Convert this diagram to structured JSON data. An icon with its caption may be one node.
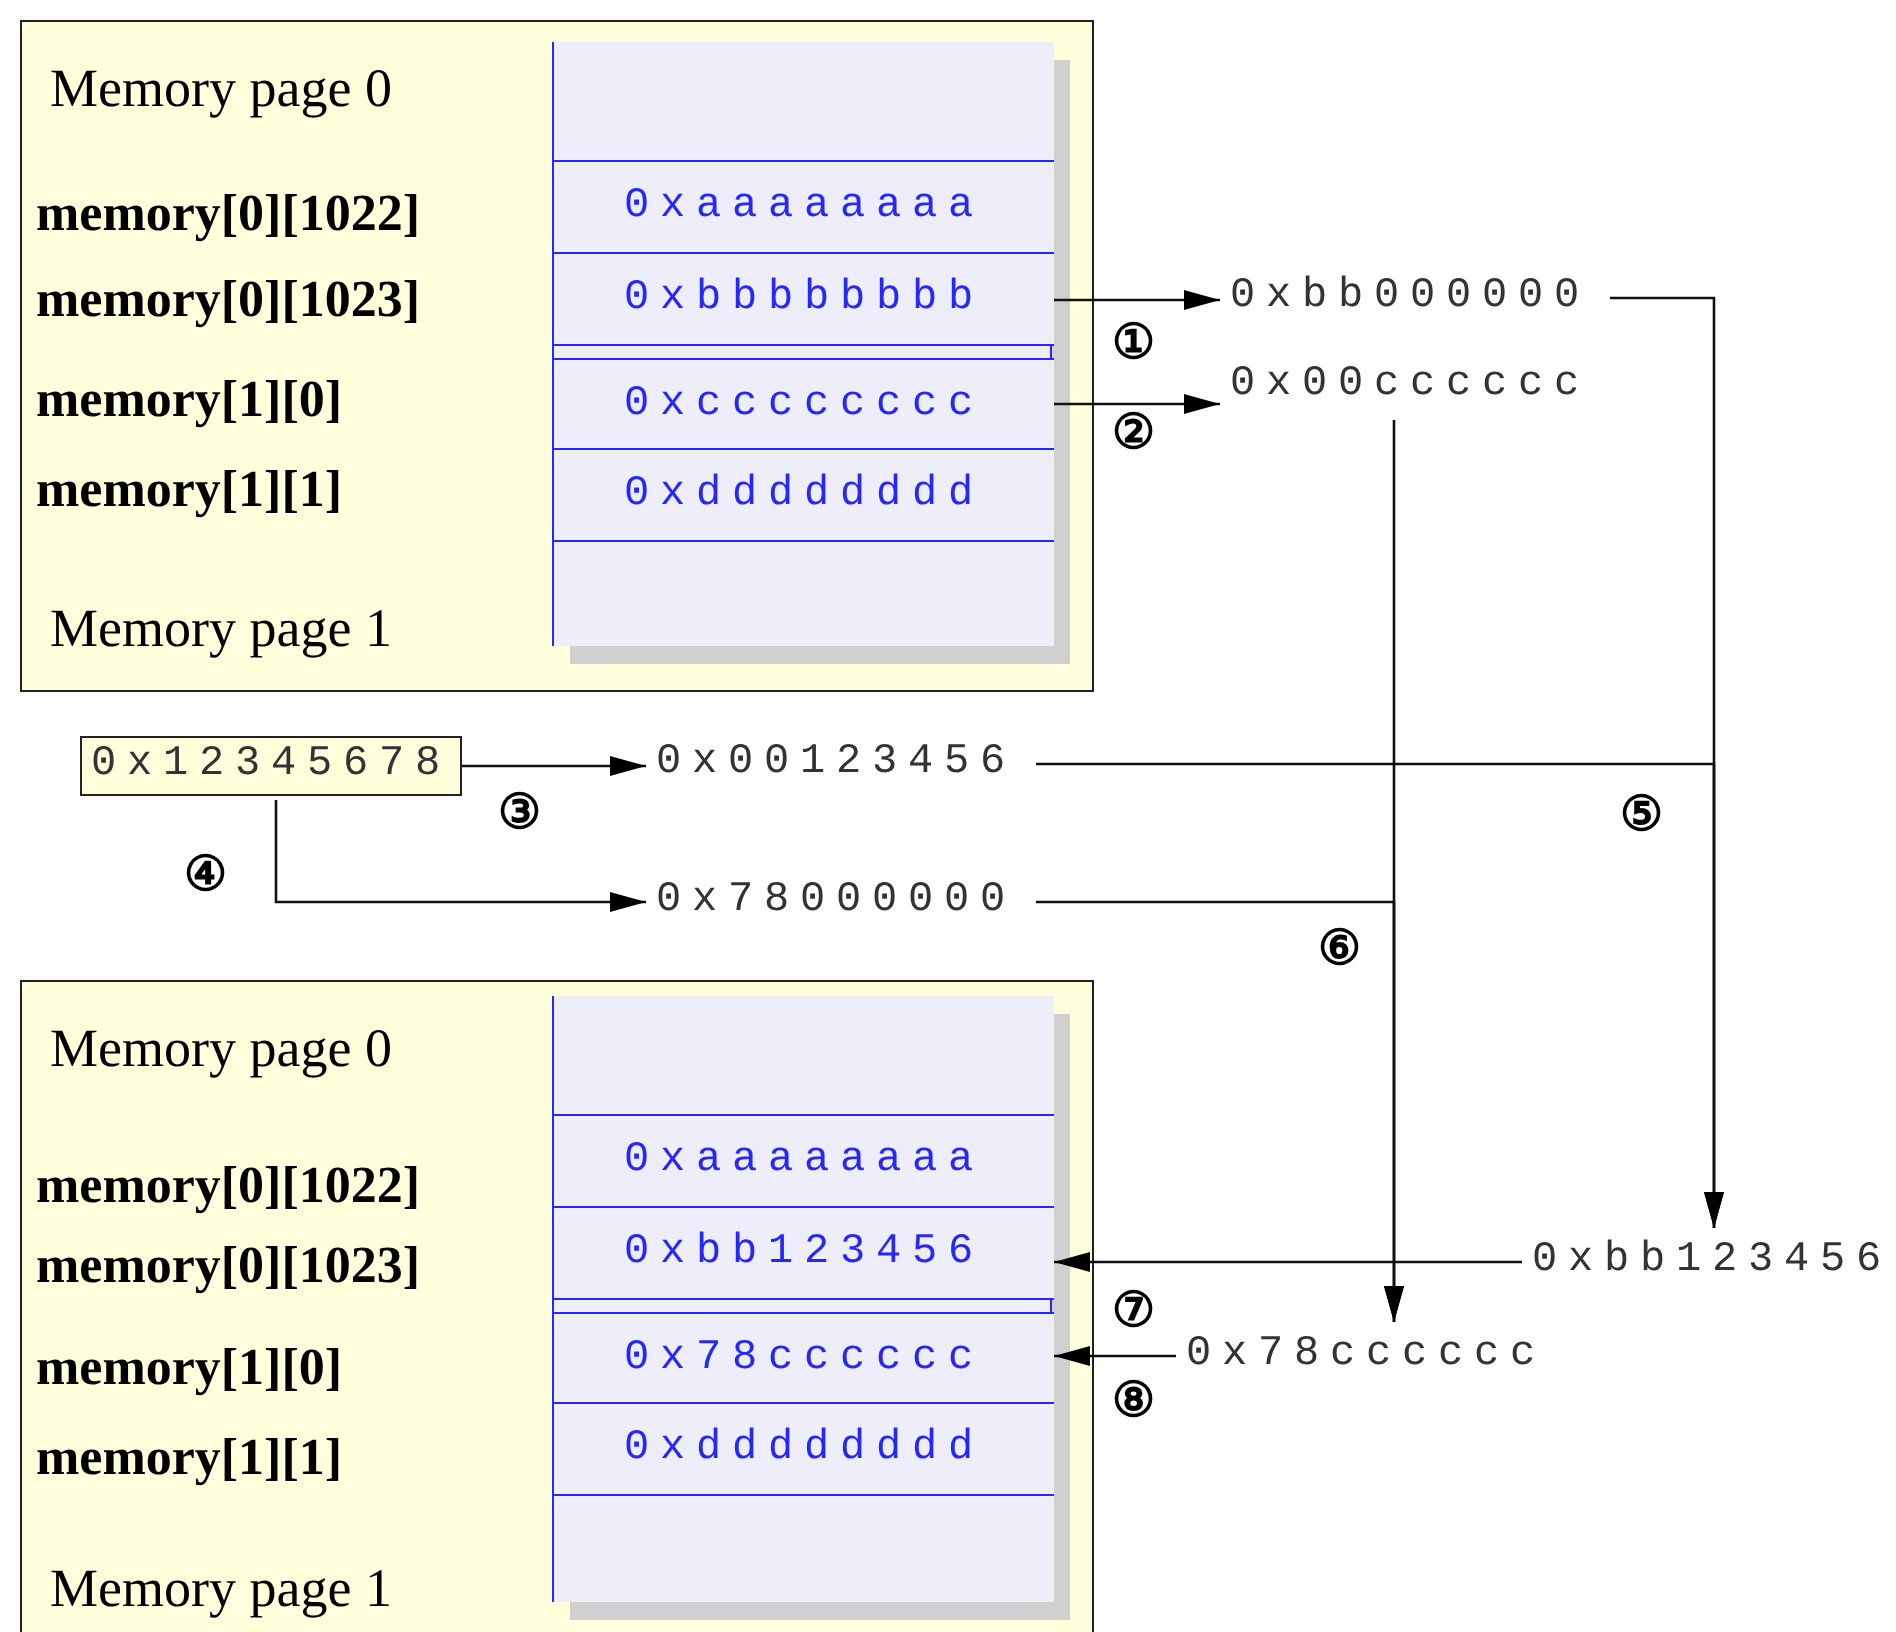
{
  "diagram": {
    "nodes": [
      {
        "text": [
          "Memory page 0",
          "Memory page 1"
        ]
      },
      {
        "text": [],
        "shape": "box",
        "in": 0
      },
      {
        "text": [],
        "shape": "box",
        "in": 1
      },
      {
        "text": [
          "0xaaaaaaaa"
        ],
        "in": 1
      },
      {
        "text": [
          "0xbbbbbbbb"
        ],
        "in": 1
      },
      {
        "text": [
          "0xcccccccc"
        ],
        "in": 1
      },
      {
        "text": [
          "0xdddddddd"
        ],
        "in": 1
      },
      {
        "text": [],
        "shape": "box",
        "in": 1
      },
      {
        "text": [
          "0xbb000000"
        ]
      },
      {
        "text": [
          "0x00cccccc"
        ]
      },
      {
        "text": [
          "0x12345678"
        ]
      },
      {
        "text": [
          "0x00123456"
        ]
      },
      {
        "text": [
          "0x78000000"
        ]
      },
      {
        "text": [
          "Memory page 0",
          "Memory page 1"
        ]
      },
      {
        "text": [],
        "shape": "box",
        "in": 13
      },
      {
        "text": [],
        "shape": "box",
        "in": 14
      },
      {
        "text": [
          "0xaaaaaaaa"
        ],
        "in": 14
      },
      {
        "text": [
          "0xbb123456"
        ],
        "in": 14
      },
      {
        "text": [
          "0x78cccccc"
        ],
        "in": 14
      },
      {
        "text": [
          "0xdddddddd"
        ],
        "in": 14
      },
      {
        "text": [],
        "shape": "box",
        "in": 14
      },
      {
        "text": [
          "0xbb123456"
        ]
      },
      {
        "text": [
          "0x78cccccc"
        ]
      }
    ],
    "edges": [
      {
        "from": 4,
        "to": 8,
        "arrow": "to",
        "label": "①"
      },
      {
        "from": 5,
        "to": 9,
        "arrow": "to",
        "label": "②"
      },
      {
        "from": 10,
        "to": 11,
        "arrow": "to",
        "label": "③"
      },
      {
        "from": 10,
        "to": 12,
        "arrow": "to",
        "label": "④"
      },
      {
        "from": 8,
        "to": 21,
        "arrow": "to",
        "label": "⑤"
      },
      {
        "from": 11,
        "to": 21,
        "arrow": "to"
      },
      {
        "from": 9,
        "to": 22,
        "arrow": "to",
        "label": "⑥"
      },
      {
        "from": 12,
        "to": 22,
        "arrow": "to"
      },
      {
        "from": 21,
        "to": 17,
        "arrow": "to",
        "label": "⑦"
      },
      {
        "from": 22,
        "to": 18,
        "arrow": "to",
        "label": "⑧"
      }
    ],
    "labels": [
      "memory[0][1022]",
      "memory[0][1023]",
      "memory[1][0]",
      "memory[1][1]",
      "memory[0][1022]",
      "memory[0][1023]",
      "memory[1][0]",
      "memory[1][1]"
    ]
  }
}
